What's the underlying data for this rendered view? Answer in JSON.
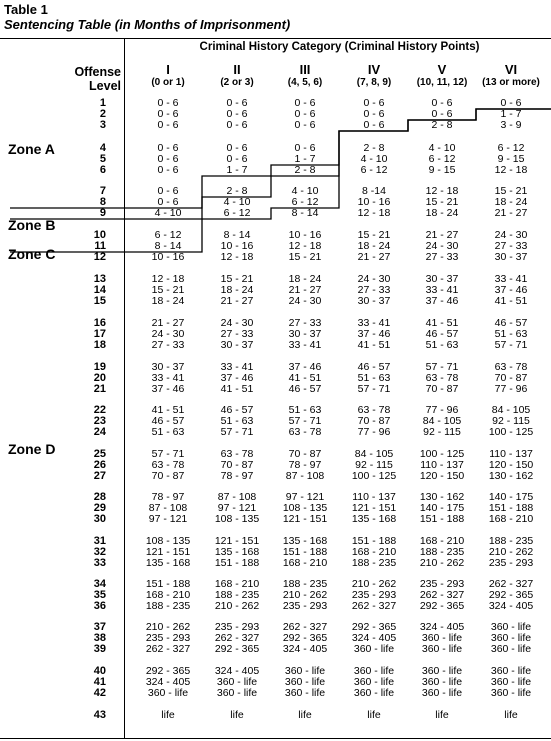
{
  "header": {
    "table_label": "Table 1",
    "subtitle": "Sentencing Table (in Months of Imprisonment)"
  },
  "column_group": "Criminal History Category  (Criminal History Points)",
  "row_header": {
    "line1": "Offense",
    "line2": "Level"
  },
  "columns": [
    {
      "numeral": "I",
      "points": "(0 or 1)"
    },
    {
      "numeral": "II",
      "points": "(2 or 3)"
    },
    {
      "numeral": "III",
      "points": "(4, 5, 6)"
    },
    {
      "numeral": "IV",
      "points": "(7, 8, 9)"
    },
    {
      "numeral": "V",
      "points": "(10, 11, 12)"
    },
    {
      "numeral": "VI",
      "points": "(13 or more)"
    }
  ],
  "zones": [
    "Zone A",
    "Zone B",
    "Zone C",
    "Zone D"
  ],
  "rows": [
    [
      "1",
      "0 - 6",
      "0 - 6",
      "0 - 6",
      "0 - 6",
      "0 - 6",
      "0 - 6"
    ],
    [
      "2",
      "0 - 6",
      "0 - 6",
      "0 - 6",
      "0 - 6",
      "0 - 6",
      "1 - 7"
    ],
    [
      "3",
      "0 - 6",
      "0 - 6",
      "0 - 6",
      "0 - 6",
      "2 - 8",
      "3 - 9"
    ],
    [
      "4",
      "0 - 6",
      "0 - 6",
      "0 - 6",
      "2 - 8",
      "4 - 10",
      "6 - 12"
    ],
    [
      "5",
      "0 - 6",
      "0 - 6",
      "1 - 7",
      "4 - 10",
      "6 - 12",
      "9 - 15"
    ],
    [
      "6",
      "0 - 6",
      "1 - 7",
      "2 - 8",
      "6 - 12",
      "9 - 15",
      "12 - 18"
    ],
    [
      "7",
      "0 - 6",
      "2 - 8",
      "4 - 10",
      "8 -14",
      "12 - 18",
      "15 - 21"
    ],
    [
      "8",
      "0 - 6",
      "4 - 10",
      "6 - 12",
      "10 - 16",
      "15 - 21",
      "18 - 24"
    ],
    [
      "9",
      "4 - 10",
      "6 - 12",
      "8 - 14",
      "12 - 18",
      "18 - 24",
      "21 - 27"
    ],
    [
      "10",
      "6 - 12",
      "8 - 14",
      "10 - 16",
      "15 - 21",
      "21 - 27",
      "24 - 30"
    ],
    [
      "11",
      "8 - 14",
      "10 - 16",
      "12 - 18",
      "18 - 24",
      "24 - 30",
      "27 - 33"
    ],
    [
      "12",
      "10 - 16",
      "12 - 18",
      "15 - 21",
      "21 - 27",
      "27 - 33",
      "30 - 37"
    ],
    [
      "13",
      "12 - 18",
      "15 - 21",
      "18 - 24",
      "24 - 30",
      "30 - 37",
      "33 - 41"
    ],
    [
      "14",
      "15 - 21",
      "18 - 24",
      "21 - 27",
      "27 - 33",
      "33 - 41",
      "37 - 46"
    ],
    [
      "15",
      "18 - 24",
      "21 - 27",
      "24 - 30",
      "30 - 37",
      "37 - 46",
      "41 - 51"
    ],
    [
      "16",
      "21 - 27",
      "24 - 30",
      "27 - 33",
      "33 - 41",
      "41 - 51",
      "46 - 57"
    ],
    [
      "17",
      "24 - 30",
      "27 - 33",
      "30 - 37",
      "37 - 46",
      "46 - 57",
      "51 - 63"
    ],
    [
      "18",
      "27 - 33",
      "30 - 37",
      "33 - 41",
      "41 - 51",
      "51 - 63",
      "57 - 71"
    ],
    [
      "19",
      "30 - 37",
      "33 - 41",
      "37 - 46",
      "46 - 57",
      "57 - 71",
      "63 - 78"
    ],
    [
      "20",
      "33 - 41",
      "37 - 46",
      "41 - 51",
      "51 - 63",
      "63 - 78",
      "70 - 87"
    ],
    [
      "21",
      "37 - 46",
      "41 - 51",
      "46 - 57",
      "57 - 71",
      "70 - 87",
      "77 - 96"
    ],
    [
      "22",
      "41 - 51",
      "46 - 57",
      "51 - 63",
      "63 - 78",
      "77 - 96",
      "84 - 105"
    ],
    [
      "23",
      "46 - 57",
      "51 - 63",
      "57 - 71",
      "70 - 87",
      "84 - 105",
      "92 - 115"
    ],
    [
      "24",
      "51 - 63",
      "57 - 71",
      "63 - 78",
      "77 - 96",
      "92 - 115",
      "100 - 125"
    ],
    [
      "25",
      "57 - 71",
      "63 - 78",
      "70 - 87",
      "84 - 105",
      "100 - 125",
      "110 - 137"
    ],
    [
      "26",
      "63 - 78",
      "70 - 87",
      "78 - 97",
      "92 - 115",
      "110 - 137",
      "120 - 150"
    ],
    [
      "27",
      "70 - 87",
      "78 - 97",
      "87 - 108",
      "100 - 125",
      "120 - 150",
      "130 - 162"
    ],
    [
      "28",
      "78 - 97",
      "87 - 108",
      "97 - 121",
      "110 - 137",
      "130 - 162",
      "140 - 175"
    ],
    [
      "29",
      "87 - 108",
      "97 - 121",
      "108 - 135",
      "121 - 151",
      "140 - 175",
      "151 - 188"
    ],
    [
      "30",
      "97 - 121",
      "108 - 135",
      "121 - 151",
      "135 - 168",
      "151 - 188",
      "168 - 210"
    ],
    [
      "31",
      "108 - 135",
      "121 - 151",
      "135 - 168",
      "151 - 188",
      "168 - 210",
      "188 - 235"
    ],
    [
      "32",
      "121 - 151",
      "135 - 168",
      "151 - 188",
      "168 - 210",
      "188 - 235",
      "210 - 262"
    ],
    [
      "33",
      "135 - 168",
      "151 - 188",
      "168 - 210",
      "188 - 235",
      "210 - 262",
      "235 - 293"
    ],
    [
      "34",
      "151 - 188",
      "168 - 210",
      "188 - 235",
      "210 - 262",
      "235 - 293",
      "262 - 327"
    ],
    [
      "35",
      "168 - 210",
      "188 - 235",
      "210 - 262",
      "235 - 293",
      "262 - 327",
      "292 - 365"
    ],
    [
      "36",
      "188 - 235",
      "210 - 262",
      "235 - 293",
      "262 - 327",
      "292 - 365",
      "324 - 405"
    ],
    [
      "37",
      "210 - 262",
      "235 - 293",
      "262 - 327",
      "292 - 365",
      "324 - 405",
      "360 - life"
    ],
    [
      "38",
      "235 - 293",
      "262 - 327",
      "292 - 365",
      "324 - 405",
      "360 - life",
      "360 - life"
    ],
    [
      "39",
      "262 - 327",
      "292 - 365",
      "324 - 405",
      "360 - life",
      "360 - life",
      "360 - life"
    ],
    [
      "40",
      "292 - 365",
      "324 - 405",
      "360 - life",
      "360 - life",
      "360 - life",
      "360 - life"
    ],
    [
      "41",
      "324 - 405",
      "360 - life",
      "360 - life",
      "360 - life",
      "360 - life",
      "360 - life"
    ],
    [
      "42",
      "360 - life",
      "360 - life",
      "360 - life",
      "360 - life",
      "360 - life",
      "360 - life"
    ],
    [
      "43",
      "life",
      "life",
      "life",
      "life",
      "life",
      "life"
    ]
  ]
}
